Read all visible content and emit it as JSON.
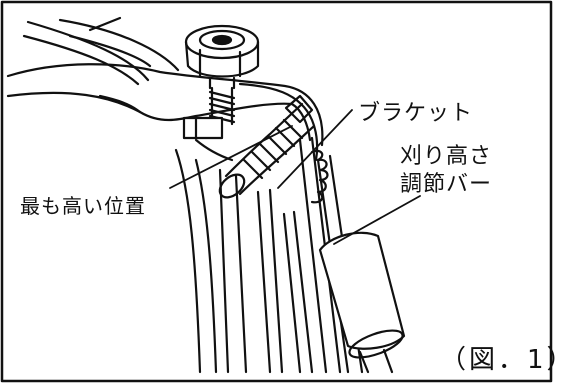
{
  "figure": {
    "caption": "（図．1）",
    "labels": {
      "bracket": "ブラケット",
      "cutting_height_bar_line1": "刈り高さ",
      "cutting_height_bar_line2": "調節バー",
      "highest_position": "最も高い位置"
    }
  },
  "colors": {
    "line": "#111111",
    "background": "#ffffff"
  }
}
